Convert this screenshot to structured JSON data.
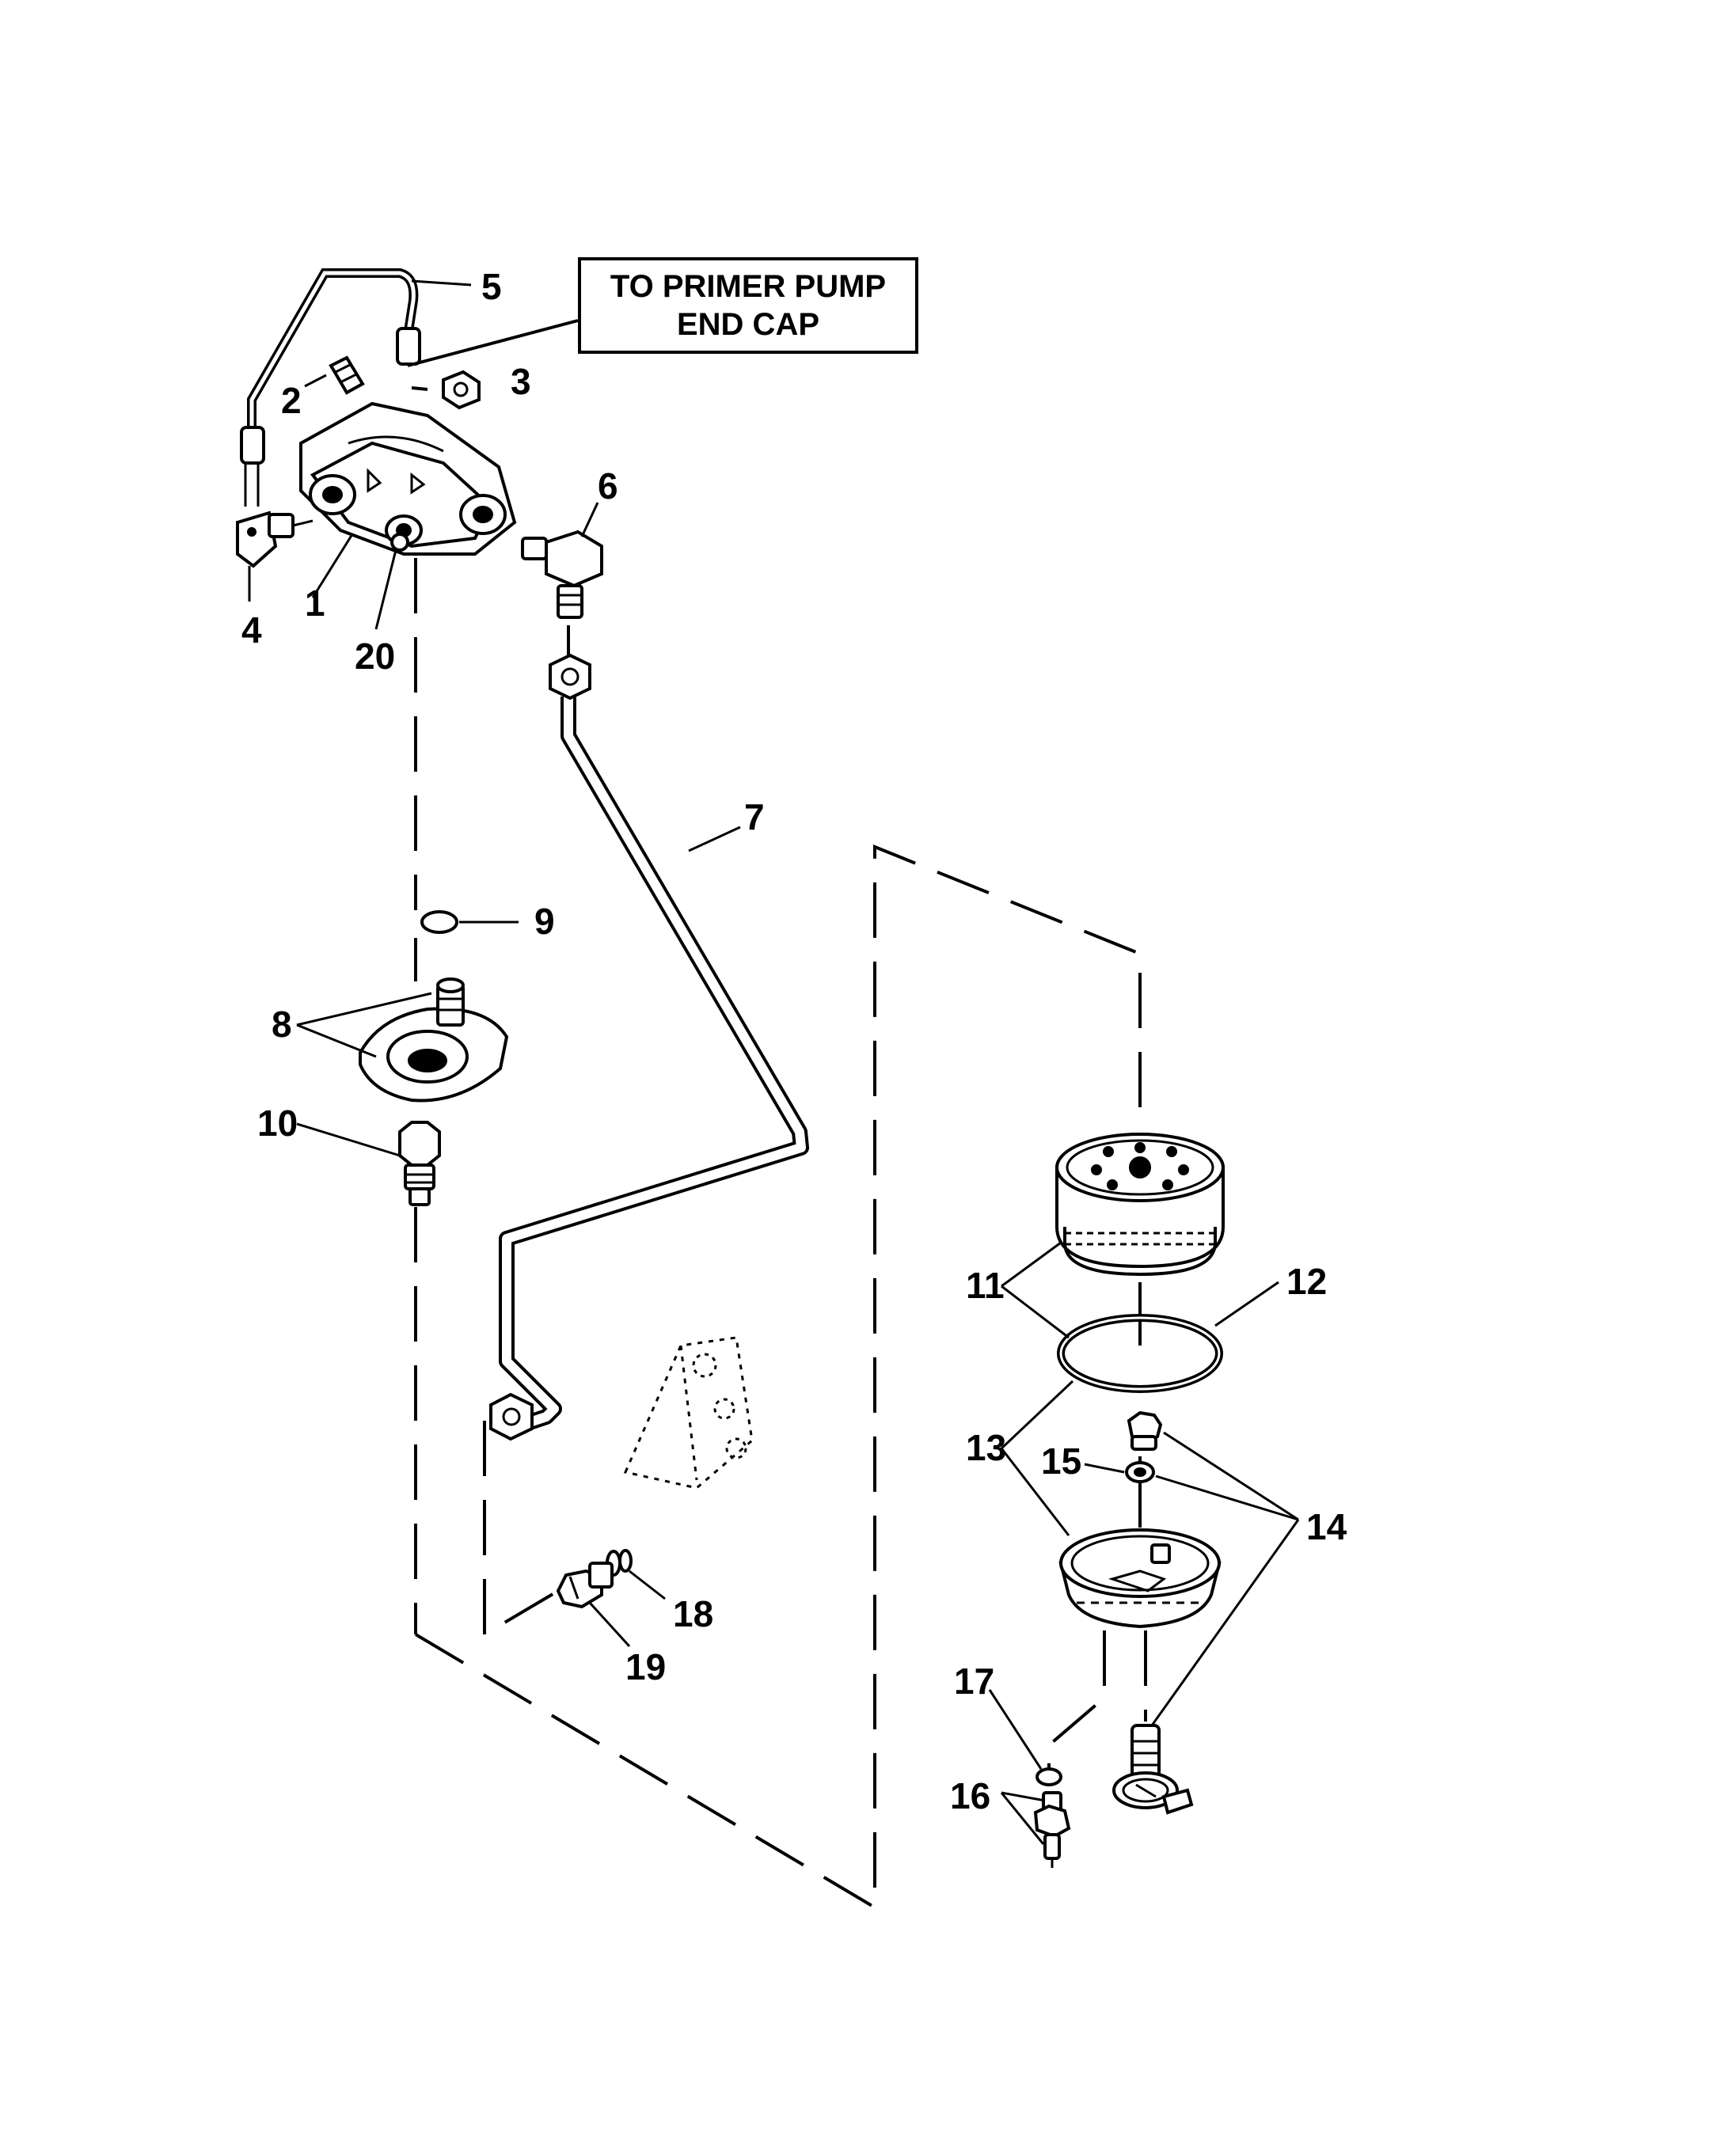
{
  "callout": {
    "line1": "TO PRIMER PUMP",
    "line2": "END CAP"
  },
  "labels": {
    "p1": "1",
    "p2": "2",
    "p3": "3",
    "p4": "4",
    "p5": "5",
    "p6": "6",
    "p7": "7",
    "p8": "8",
    "p9": "9",
    "p10": "10",
    "p11": "11",
    "p12": "12",
    "p13": "13",
    "p14": "14",
    "p15": "15",
    "p16": "16",
    "p17": "17",
    "p18": "18",
    "p19": "19",
    "p20": "20"
  }
}
